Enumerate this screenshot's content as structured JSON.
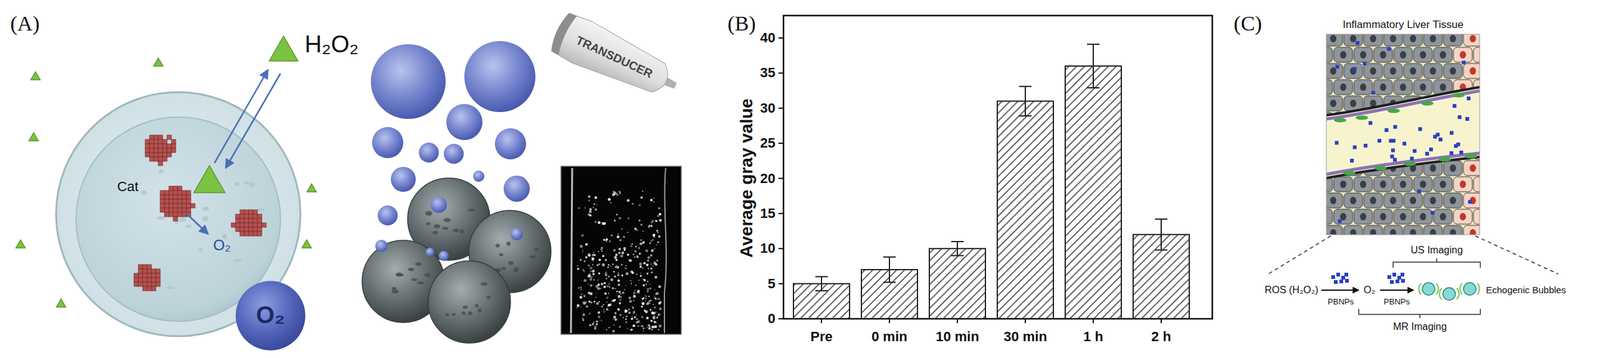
{
  "diagram": {
    "nodes": [
      {
        "text": [
          "O₂"
        ]
      },
      {
        "text": [
          "TRANSDUCER"
        ]
      }
    ],
    "labels": [
      "(A)",
      "H₂O₂",
      "Cat",
      "O₂",
      "(B)",
      "Average gray value",
      "0",
      "5",
      "10",
      "15",
      "20",
      "25",
      "30",
      "35",
      "40",
      "Pre",
      "0 min",
      "10 min",
      "30 min",
      "1 h",
      "2 h",
      "(C)",
      "Inflammatory Liver Tissue",
      "US Imaging",
      "ROS (H₂O₂)",
      "PBNPs",
      "O₂",
      "PBNPs",
      "Echogenic Bubbles",
      "MR Imaging"
    ]
  }
}
